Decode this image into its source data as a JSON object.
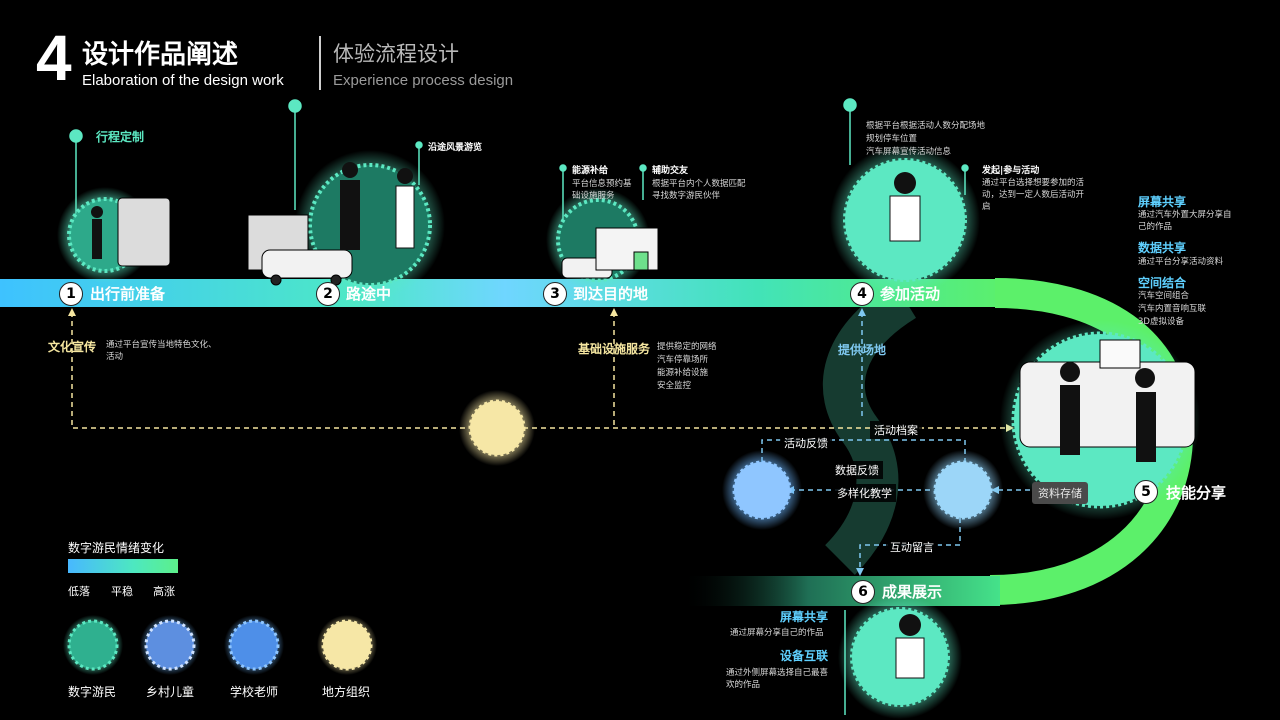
{
  "header": {
    "number": "4",
    "title_zh": "设计作品阐述",
    "title_en": "Elaboration of the design work",
    "subtitle_zh": "体验流程设计",
    "subtitle_en": "Experience process design"
  },
  "stages": [
    {
      "num": "1",
      "label": "出行前准备"
    },
    {
      "num": "2",
      "label": "路途中"
    },
    {
      "num": "3",
      "label": "到达目的地"
    },
    {
      "num": "4",
      "label": "参加活动"
    },
    {
      "num": "5",
      "label": "技能分享"
    },
    {
      "num": "6",
      "label": "成果展示"
    }
  ],
  "notes": {
    "itinerary": "行程定制",
    "scenic": "沿途风景游览",
    "energy_title": "能源补给",
    "energy_text": "平台信息预约基础设施服务",
    "social_title": "辅助交友",
    "social_text": "根据平台内个人数据匹配寻找数字游民伙伴",
    "activity_top": [
      "根据平台根据活动人数分配场地",
      "规划停车位置",
      "汽车屏幕宣传活动信息"
    ],
    "initiate_title": "发起|参与活动",
    "initiate_text": "通过平台选择想要参加的活动，达到一定人数后活动开启",
    "culture_title": "文化宣传",
    "culture_text": "通过平台宣传当地特色文化、活动",
    "infra_title": "基础设施服务",
    "infra_text": [
      "提供稳定的网络",
      "汽车停靠场所",
      "能源补给设施",
      "安全监控"
    ],
    "venue": "提供场地"
  },
  "share": {
    "screen_title": "屏幕共享",
    "screen_text": "通过汽车外置大屏分享自己的作品",
    "data_title": "数据共享",
    "data_text": "通过平台分享活动资料",
    "space_title": "空间结合",
    "space_text": [
      "汽车空间组合",
      "汽车内置音响互联",
      "3D虚拟设备"
    ]
  },
  "flows": {
    "activity_feedback": "活动反馈",
    "activity_archive": "活动档案",
    "data_feedback": "数据反馈",
    "diverse_teaching": "多样化教学",
    "data_storage": "资料存储",
    "interactive_message": "互动留言"
  },
  "results": {
    "screen_title": "屏幕共享",
    "screen_text": "通过屏幕分享自己的作品",
    "device_title": "设备互联",
    "device_text": "通过外侧屏幕选择自己最喜欢的作品"
  },
  "legend": {
    "title": "数字游民情绪变化",
    "low": "低落",
    "flat": "平稳",
    "high": "高涨",
    "roles": [
      "数字游民",
      "乡村儿童",
      "学校老师",
      "地方组织"
    ]
  },
  "colors": {
    "accent_green": "#5ce8c2",
    "accent_blue": "#5fd0ff",
    "dash_yellow": "#f5e6a0",
    "dash_blue": "#7fc8f0"
  }
}
